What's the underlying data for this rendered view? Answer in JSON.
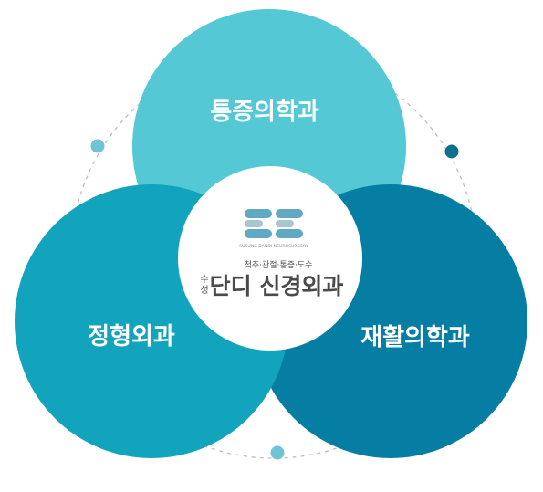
{
  "diagram": {
    "circles": [
      {
        "id": "top",
        "label": "통증의학과",
        "color": "#55c8d6"
      },
      {
        "id": "left",
        "label": "정형외과",
        "color": "#12a4bd"
      },
      {
        "id": "right",
        "label": "재활의학과",
        "color": "#067ea4"
      }
    ],
    "center": {
      "logo_en": "SUSUNG DANDI NEUROSURGERY",
      "subtitle": "척추·관절·통증·도수",
      "side_top": "수",
      "side_bottom": "성",
      "name": "단디 신경외과",
      "logo_color_primary": "#5fa9c2",
      "logo_color_secondary": "#a9c5d0"
    },
    "decor": {
      "dot_light": "#6fc4d3",
      "dot_dark": "#0f6f8f",
      "dash_color": "#bfbfbf"
    }
  }
}
